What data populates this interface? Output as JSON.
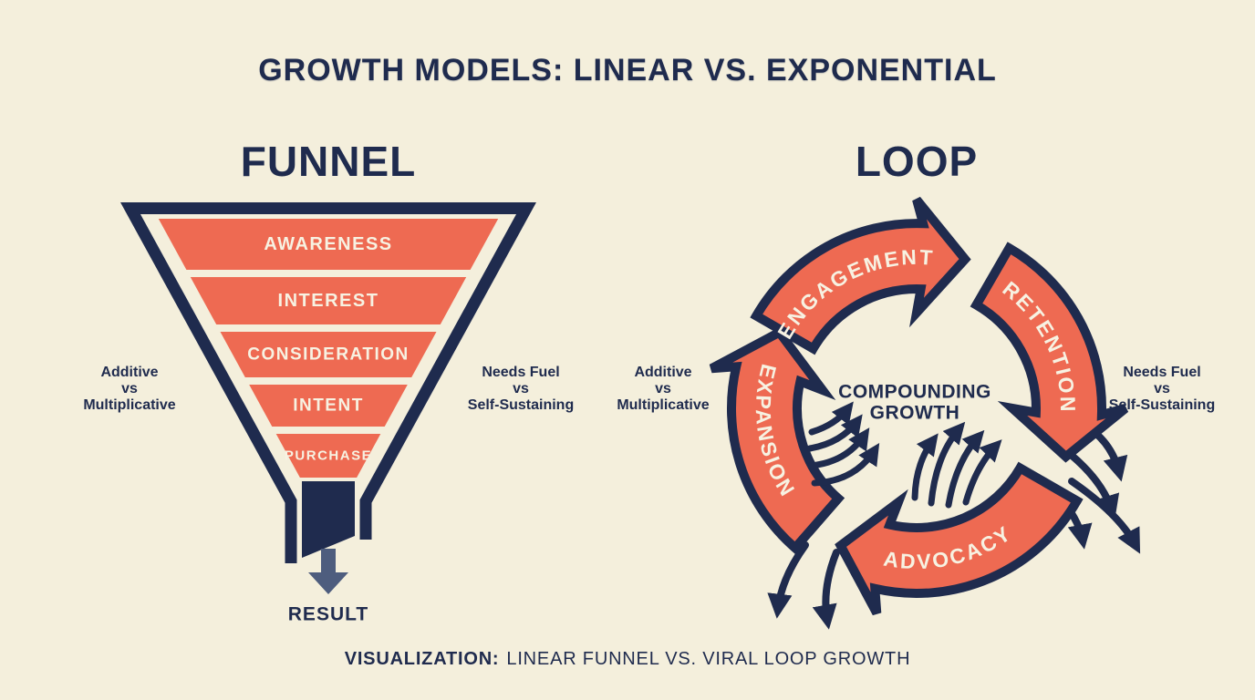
{
  "title": "GROWTH MODELS: LINEAR VS. EXPONENTIAL",
  "funnel": {
    "heading": "FUNNEL",
    "stages": [
      "AWARENESS",
      "INTEREST",
      "CONSIDERATION",
      "INTENT",
      "PURCHASE"
    ],
    "result_label": "RESULT",
    "left_note": {
      "lines": [
        "Additive",
        "vs",
        "Multiplicative"
      ]
    },
    "right_note": {
      "lines": [
        "Needs Fuel",
        "vs",
        "Self-Sustaining"
      ]
    }
  },
  "loop": {
    "heading": "LOOP",
    "stages": [
      "ENGAGEMENT",
      "RETENTION",
      "ADVOCACY",
      "EXPANSION"
    ],
    "center_label": {
      "lines": [
        "COMPOUNDING",
        "GROWTH"
      ]
    },
    "left_note": {
      "lines": [
        "Additive",
        "vs",
        "Multiplicative"
      ]
    },
    "right_note": {
      "lines": [
        "Needs Fuel",
        "vs",
        "Self-Sustaining"
      ]
    }
  },
  "caption": {
    "lead": "VISUALIZATION:",
    "text": "LINEAR FUNNEL VS. VIRAL LOOP GROWTH"
  },
  "colors": {
    "background": "#f4efdc",
    "ink": "#1f2b4e",
    "coral": "#ee6a52",
    "band-text": "#f7f2e2",
    "arrow-slate": "#4e5d7e"
  }
}
